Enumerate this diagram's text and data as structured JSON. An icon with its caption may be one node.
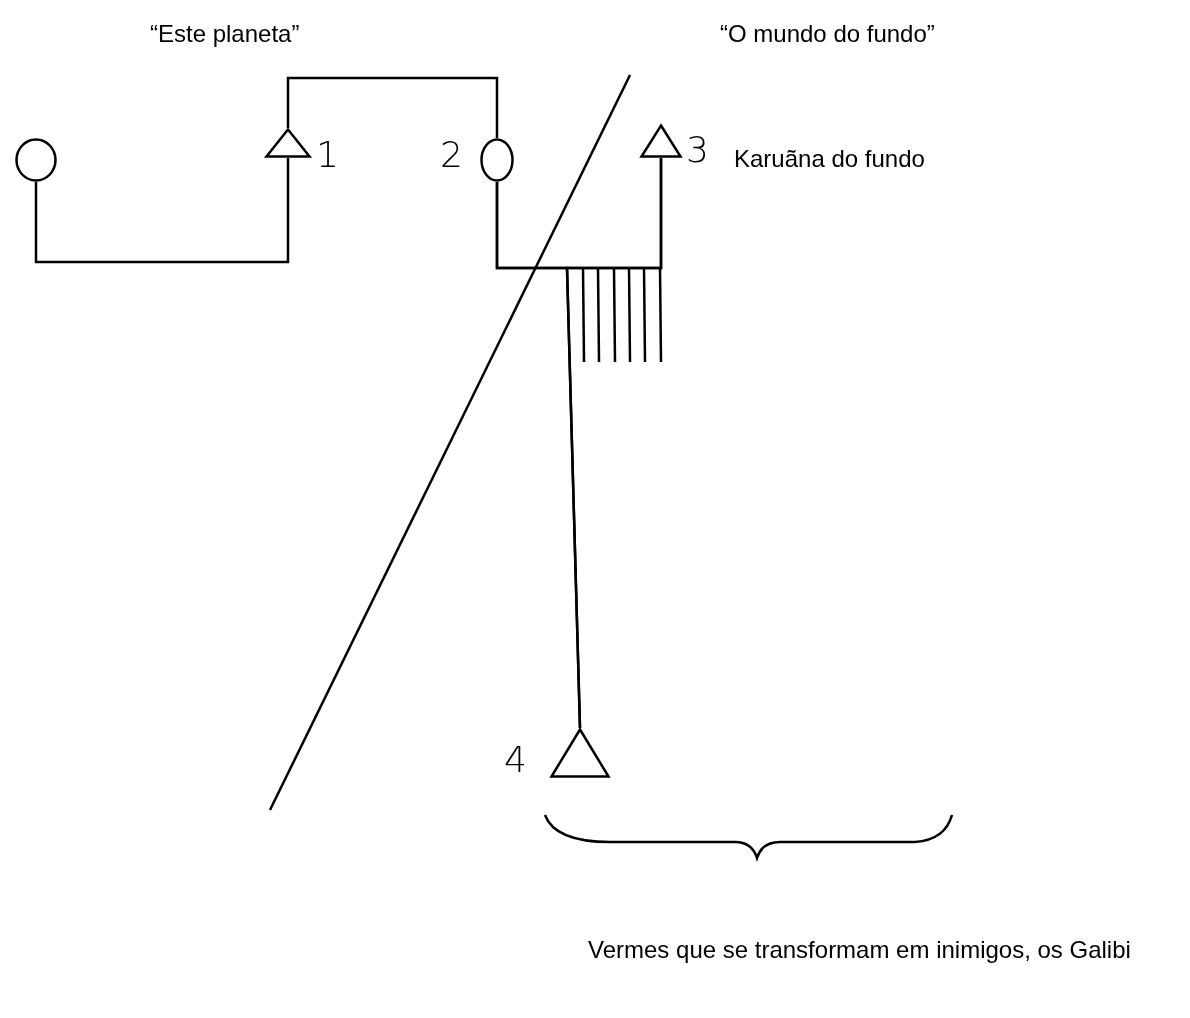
{
  "diagram": {
    "nodes": [
      {
        "text": [],
        "shape": "circle"
      },
      {
        "text": [],
        "shape": "triangle",
        "beside": [
          "1"
        ]
      },
      {
        "text": [],
        "shape": "circle",
        "beside": [
          "2"
        ]
      },
      {
        "text": [],
        "shape": "triangle",
        "beside": [
          "3",
          "Karuãna do fundo"
        ]
      },
      {
        "text": [],
        "shape": "triangle",
        "beside": [
          "4"
        ]
      }
    ],
    "edges": [
      {
        "from": 0,
        "to": 1,
        "arrow": "none"
      },
      {
        "from": 1,
        "to": 2,
        "arrow": "none"
      },
      {
        "from": 2,
        "to": 3,
        "arrow": "none"
      },
      {
        "from": 2,
        "to": 4,
        "arrow": "none"
      },
      {
        "from": 3,
        "to": 4,
        "arrow": "none"
      }
    ],
    "labels": [
      "“Este planeta”",
      "“O mundo do fundo”",
      "Vermes que se transformam em inimigos, os Galibi"
    ]
  }
}
